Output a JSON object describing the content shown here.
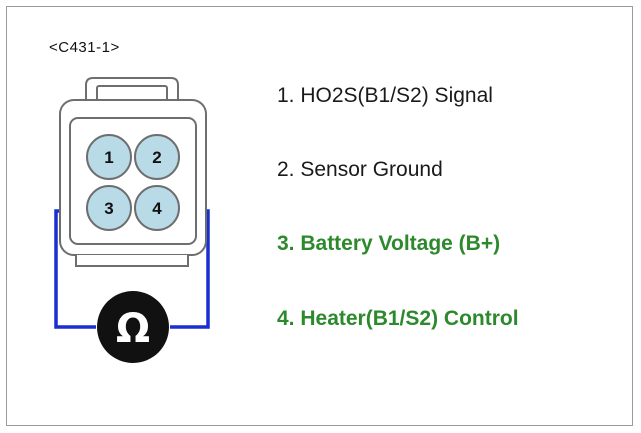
{
  "connector": {
    "id": "<C431-1>",
    "pins": [
      {
        "num": "1",
        "label": "1. HO2S(B1/S2) Signal",
        "highlight": false
      },
      {
        "num": "2",
        "label": "2. Sensor Ground",
        "highlight": false
      },
      {
        "num": "3",
        "label": "3. Battery Voltage (B+)",
        "highlight": true
      },
      {
        "num": "4",
        "label": "4. Heater(B1/S2) Control",
        "highlight": true
      }
    ]
  },
  "meter": {
    "symbol": "Ω"
  },
  "colors": {
    "highlight_text": "#2c8a2c",
    "wire": "#1a2fd0",
    "pin_fill": "#b9dbe8",
    "connector_fill": "#ffffff",
    "connector_stroke": "#6e6e6e",
    "meter_fill": "#111111"
  }
}
